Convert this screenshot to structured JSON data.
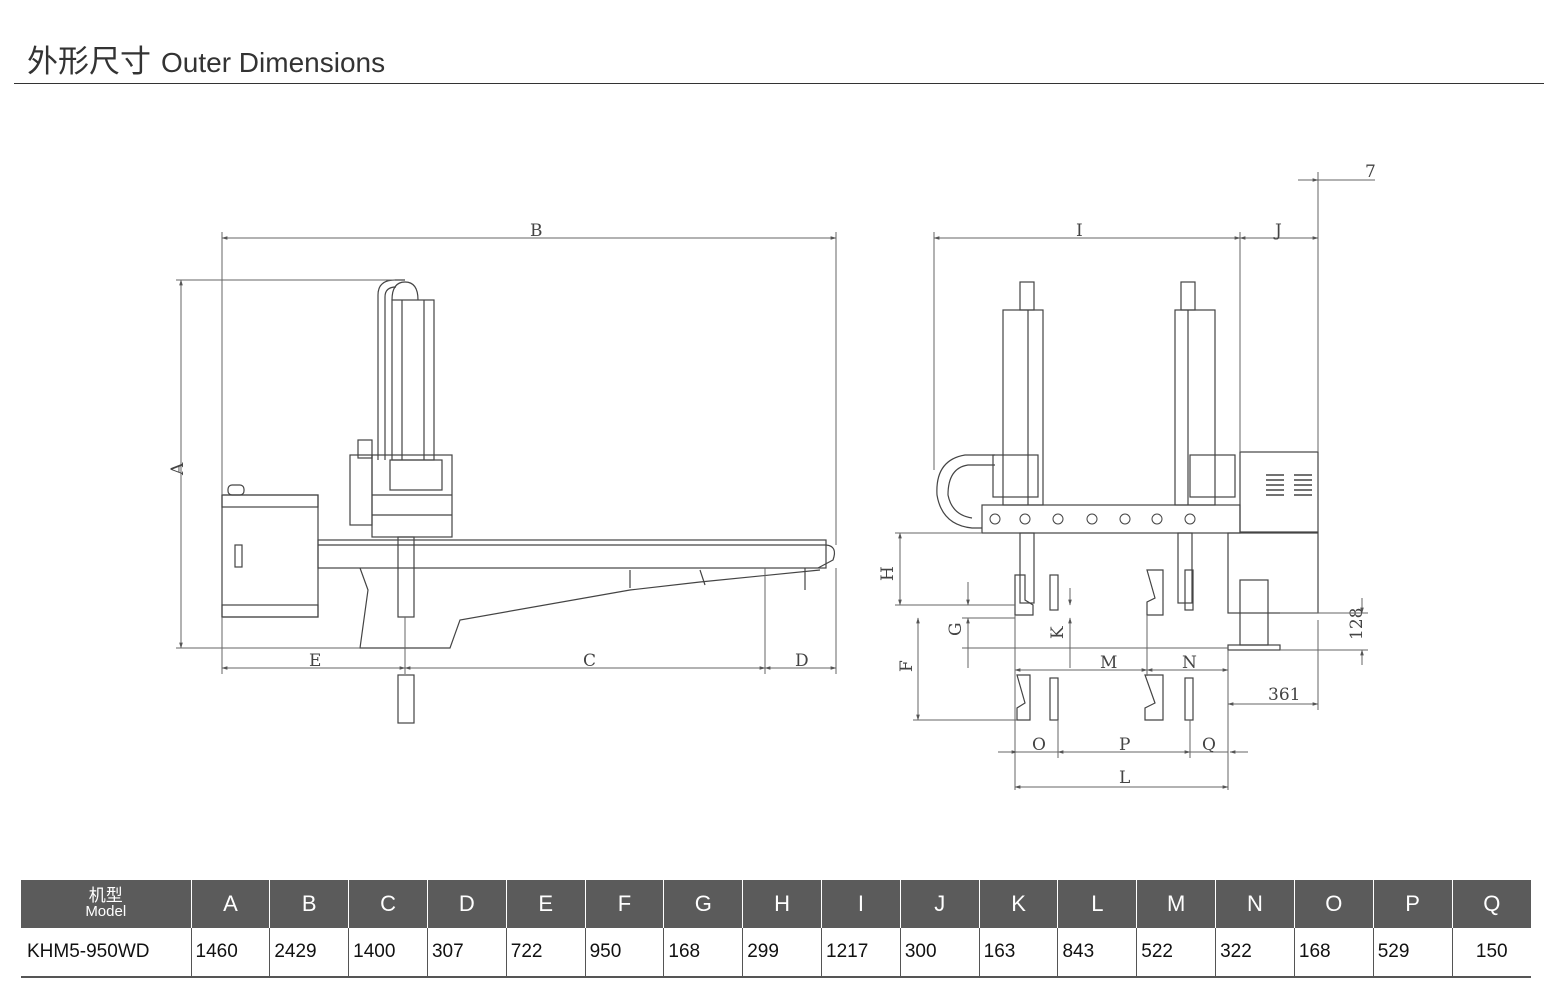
{
  "header": {
    "title_cn": "外形尺寸",
    "title_en": "Outer Dimensions"
  },
  "drawing": {
    "dim_labels": [
      "A",
      "B",
      "C",
      "D",
      "E",
      "F",
      "G",
      "H",
      "I",
      "J",
      "K",
      "L",
      "M",
      "N",
      "O",
      "P",
      "Q"
    ],
    "fixed_dims": {
      "top_offset": "7",
      "base_height": "128",
      "side_offset": "361"
    }
  },
  "table": {
    "model_header_cn": "机型",
    "model_header_en": "Model",
    "columns": [
      "A",
      "B",
      "C",
      "D",
      "E",
      "F",
      "G",
      "H",
      "I",
      "J",
      "K",
      "L",
      "M",
      "N",
      "O",
      "P",
      "Q"
    ],
    "rows": [
      {
        "model": "KHM5-950WD",
        "values": [
          "1460",
          "2429",
          "1400",
          "307",
          "722",
          "950",
          "168",
          "299",
          "1217",
          "300",
          "163",
          "843",
          "522",
          "322",
          "168",
          "529",
          "150"
        ]
      }
    ]
  }
}
